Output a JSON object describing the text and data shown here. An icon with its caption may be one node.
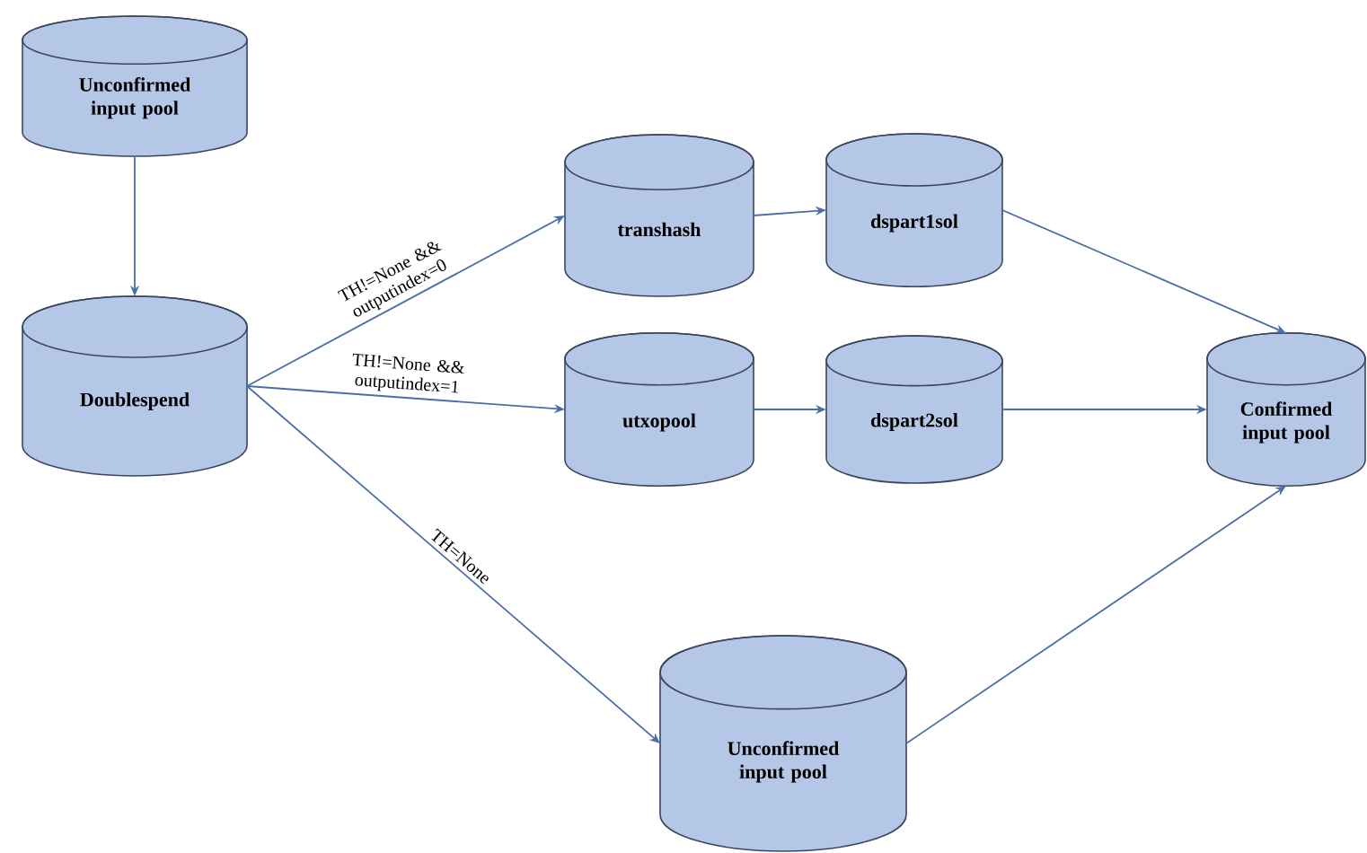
{
  "diagram": {
    "nodes": [
      {
        "text": [
          "Unconfirmed input pool"
        ]
      },
      {
        "text": [
          "Doublespend"
        ]
      },
      {
        "text": [
          "transhash"
        ]
      },
      {
        "text": [
          "dspart1sol"
        ]
      },
      {
        "text": [
          "utxopool"
        ]
      },
      {
        "text": [
          "dspart2sol"
        ]
      },
      {
        "text": [
          "Confirmed input pool"
        ]
      },
      {
        "text": [
          "Unconfirmed input pool"
        ]
      }
    ],
    "edges": [
      {
        "from": 0,
        "to": 1,
        "arrow": "to"
      },
      {
        "from": 1,
        "to": 2,
        "arrow": "to",
        "label": "TH!=None && outputindex=0"
      },
      {
        "from": 1,
        "to": 4,
        "arrow": "to",
        "label": "TH!=None && outputindex=1"
      },
      {
        "from": 1,
        "to": 7,
        "arrow": "to",
        "label": "TH=None"
      },
      {
        "from": 2,
        "to": 3,
        "arrow": "to"
      },
      {
        "from": 4,
        "to": 5,
        "arrow": "to"
      },
      {
        "from": 3,
        "to": 6,
        "arrow": "to"
      },
      {
        "from": 5,
        "to": 6,
        "arrow": "to"
      },
      {
        "from": 7,
        "to": 6,
        "arrow": "to"
      }
    ]
  }
}
